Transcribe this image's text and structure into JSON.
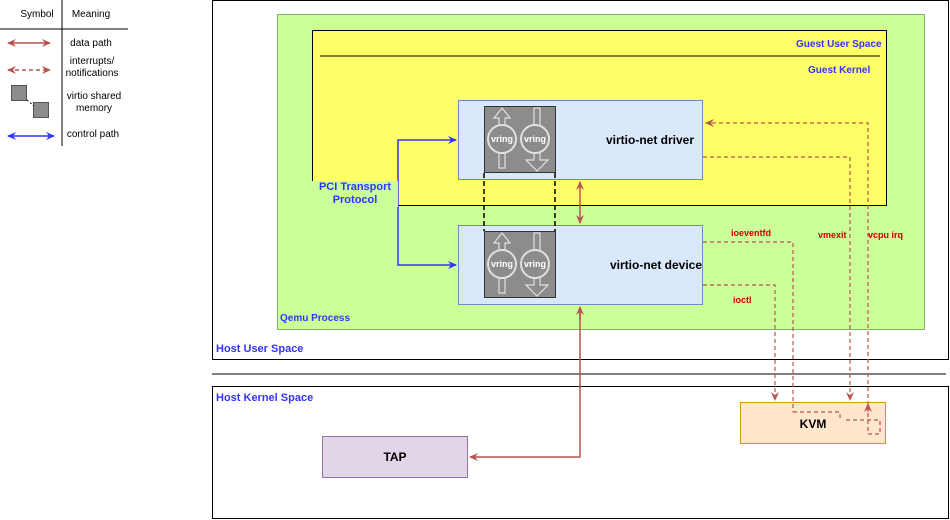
{
  "legend": {
    "header_symbol": "Symbol",
    "header_meaning": "Meaning",
    "items": [
      {
        "meaning": "data path"
      },
      {
        "meaning": "interrupts/\nnotifications"
      },
      {
        "meaning": "virtio shared\nmemory"
      },
      {
        "meaning": "control path"
      }
    ]
  },
  "regions": {
    "host_user_space": "Host User Space",
    "host_kernel_space": "Host Kernel Space",
    "qemu_process": "Qemu Process",
    "guest_user_space": "Guest User Space",
    "guest_kernel": "Guest Kernel"
  },
  "components": {
    "driver": "virtio-net driver",
    "device": "virtio-net device",
    "tap": "TAP",
    "kvm": "KVM",
    "vring": "vring"
  },
  "edge_labels": {
    "pci_transport": "PCI Transport\nProtocol",
    "ioeventfd": "ioeventfd",
    "vmexit": "vmexit",
    "vcpu_irq": "vcpu irq",
    "ioctl": "ioctl"
  },
  "colors": {
    "data_path": "#b85450",
    "interrupts": "#b85450",
    "control_path": "#3333ff",
    "qemu_fill": "#ccff99",
    "guest_fill": "#ffff66",
    "virtio_fill": "#dae8fc",
    "tap_fill": "#e1d5e7",
    "kvm_fill": "#ffe6cc"
  }
}
